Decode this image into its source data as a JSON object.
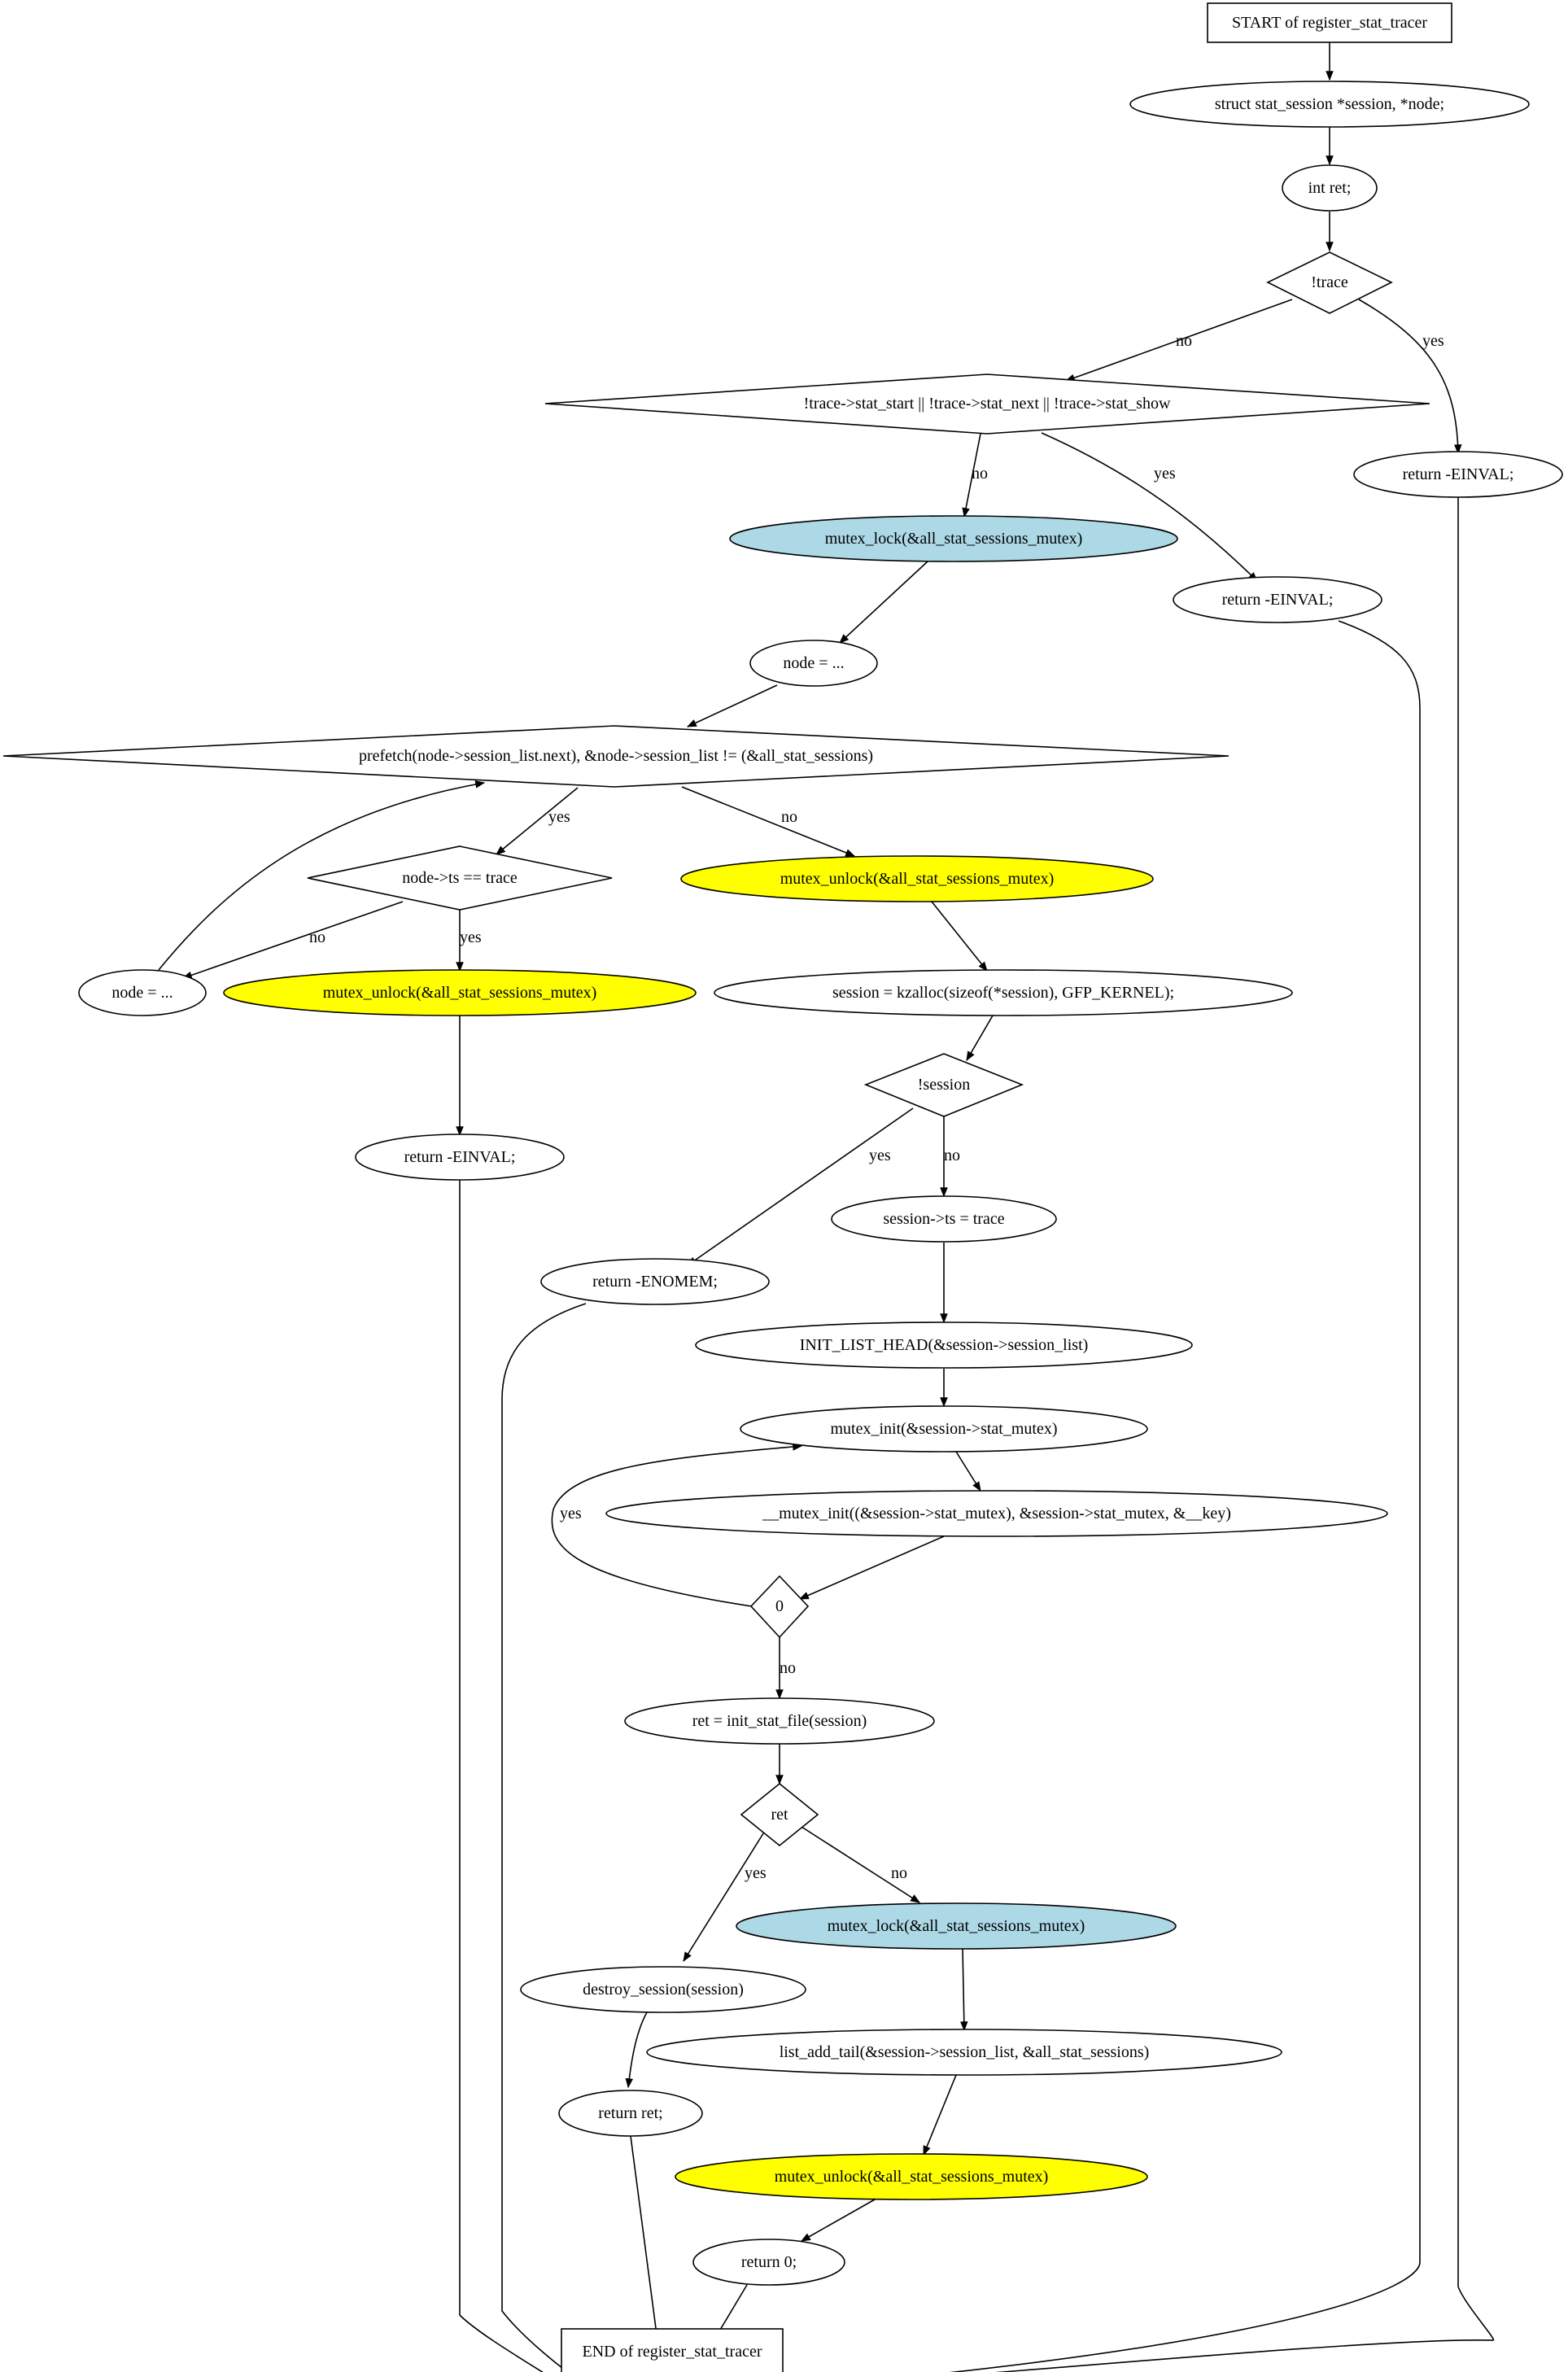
{
  "colors": {
    "lock": "#add8e6",
    "unlock": "#ffff00",
    "default_fill": "#ffffff",
    "stroke": "#000000"
  },
  "nodes": {
    "start": "START of register_stat_tracer",
    "decl_session": "struct stat_session *session, *node;",
    "decl_ret": "int ret;",
    "cond_trace": "!trace",
    "cond_stat_fns": "!trace->stat_start || !trace->stat_next || !trace->stat_show",
    "return_einval_1": "return -EINVAL;",
    "mutex_lock_1": "mutex_lock(&all_stat_sessions_mutex)",
    "return_einval_2": "return -EINVAL;",
    "node_assign_1": "node = ...",
    "loop_cond": "prefetch(node->session_list.next), &node->session_list != (&all_stat_sessions)",
    "cond_node_ts": "node->ts == trace",
    "mutex_unlock_1": "mutex_unlock(&all_stat_sessions_mutex)",
    "node_assign_2": "node = ...",
    "mutex_unlock_2": "mutex_unlock(&all_stat_sessions_mutex)",
    "session_kzalloc": "session = kzalloc(sizeof(*session), GFP_KERNEL);",
    "return_einval_3": "return -EINVAL;",
    "cond_session": "!session",
    "return_enomem": "return -ENOMEM;",
    "session_ts": "session->ts = trace",
    "init_list_head": "INIT_LIST_HEAD(&session->session_list)",
    "mutex_init_1": "mutex_init(&session->stat_mutex)",
    "mutex_init_2": "__mutex_init((&session->stat_mutex), &session->stat_mutex, &__key)",
    "cond_zero": "0",
    "ret_init": "ret = init_stat_file(session)",
    "cond_ret": "ret",
    "mutex_lock_2": "mutex_lock(&all_stat_sessions_mutex)",
    "destroy_session": "destroy_session(session)",
    "list_add_tail": "list_add_tail(&session->session_list, &all_stat_sessions)",
    "return_ret": "return ret;",
    "mutex_unlock_3": "mutex_unlock(&all_stat_sessions_mutex)",
    "return_zero": "return 0;",
    "end": "END of register_stat_tracer"
  },
  "edge_labels": {
    "trace_no": "no",
    "trace_yes": "yes",
    "stat_fns_no": "no",
    "stat_fns_yes": "yes",
    "loop_yes": "yes",
    "loop_no": "no",
    "node_ts_no": "no",
    "node_ts_yes": "yes",
    "session_yes": "yes",
    "session_no": "no",
    "zero_yes": "yes",
    "zero_no": "no",
    "ret_yes": "yes",
    "ret_no": "no"
  }
}
